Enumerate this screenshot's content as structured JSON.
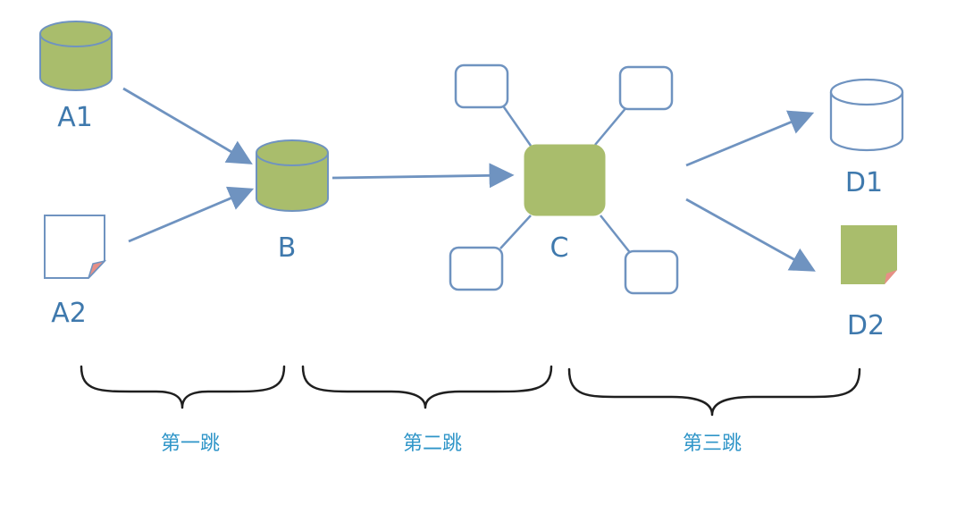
{
  "nodes": {
    "a1": {
      "label": "A1"
    },
    "a2": {
      "label": "A2"
    },
    "b": {
      "label": "B"
    },
    "c": {
      "label": "C"
    },
    "d1": {
      "label": "D1"
    },
    "d2": {
      "label": "D2"
    }
  },
  "hops": [
    {
      "label": "第一跳"
    },
    {
      "label": "第二跳"
    },
    {
      "label": "第三跳"
    }
  ],
  "colors": {
    "node_fill": "#a9bd6c",
    "node_stroke": "#6f93c0",
    "arrow": "#6f93c0",
    "label": "#3f79ad",
    "hop_label": "#2f95c8",
    "brace": "#1f1f1f",
    "dog_ear": "#e78f86"
  },
  "icons": {
    "a1": "database-cylinder-icon",
    "a2": "document-icon",
    "b": "database-cylinder-icon",
    "c": "central-node-square-icon",
    "d1": "database-cylinder-outline-icon",
    "d2": "document-filled-icon"
  }
}
